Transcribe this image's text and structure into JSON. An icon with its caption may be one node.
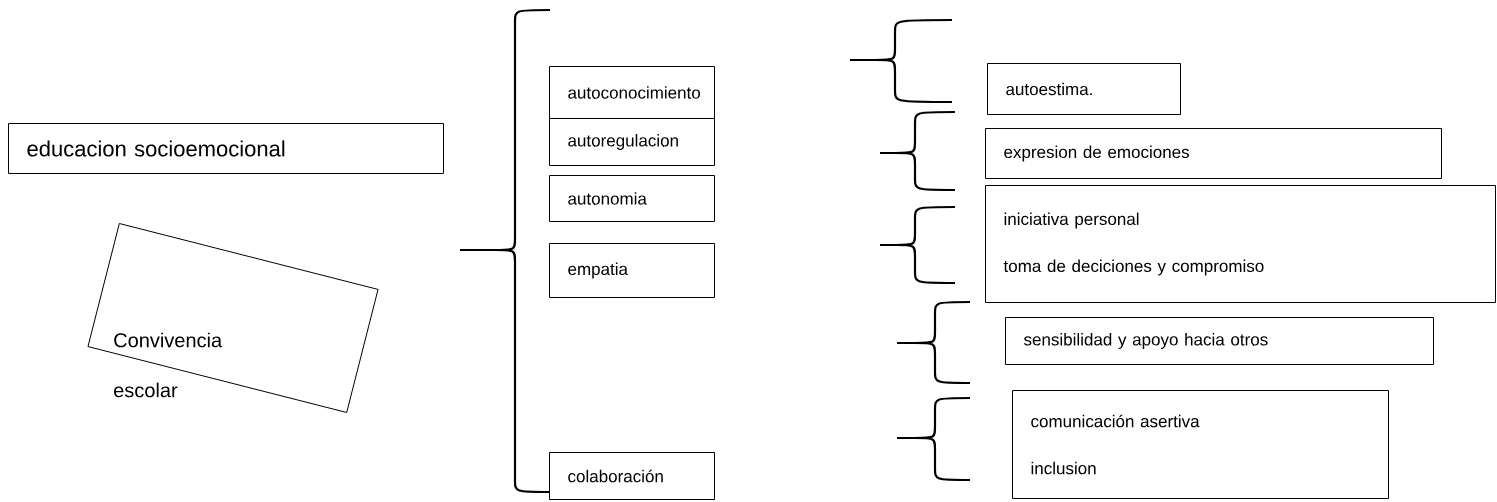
{
  "diagram": {
    "nodes": [
      {
        "text": [
          "educacion socioemocional"
        ]
      },
      {
        "text": [
          "Convivencia escolar"
        ]
      },
      {
        "text": [
          "autoconocimiento"
        ]
      },
      {
        "text": [
          "autoregulacion"
        ]
      },
      {
        "text": [
          "autonomia"
        ]
      },
      {
        "text": [
          "empatia"
        ]
      },
      {
        "text": [
          "colaboración"
        ]
      },
      {
        "text": [
          "autoestima."
        ]
      },
      {
        "text": [
          "expresion de emociones"
        ]
      },
      {
        "text": [
          "iniciativa personal",
          "toma de deciciones y compromiso"
        ]
      },
      {
        "text": [
          "sensibilidad y apoyo hacia otros"
        ]
      },
      {
        "text": [
          "comunicación asertiva",
          "inclusion"
        ]
      }
    ]
  }
}
